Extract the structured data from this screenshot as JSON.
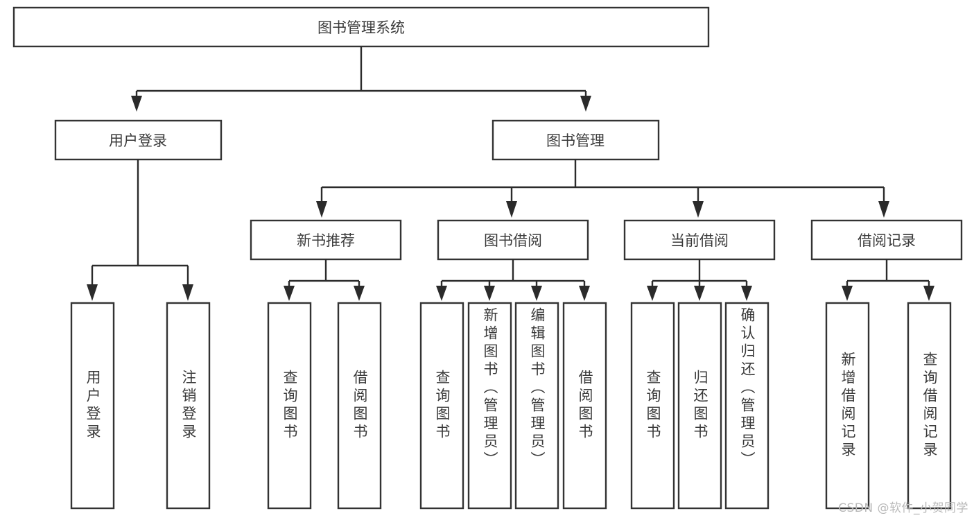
{
  "diagram": {
    "title": "图书管理系统",
    "type": "tree-hierarchy",
    "watermark": "CSDN @软件_小贺同学",
    "colors": {
      "box_stroke": "#333333",
      "box_fill": "#ffffff",
      "connector": "#2b2b2b",
      "text": "#3a3a3a",
      "watermark": "#b9b9b9",
      "background": "#ffffff"
    },
    "root": {
      "label": "图书管理系统",
      "level": 0
    },
    "level1": [
      {
        "label": "用户登录",
        "level": 1
      },
      {
        "label": "图书管理",
        "level": 1
      }
    ],
    "level2": [
      {
        "label": "新书推荐",
        "parent": "图书管理"
      },
      {
        "label": "图书借阅",
        "parent": "图书管理"
      },
      {
        "label": "当前借阅",
        "parent": "图书管理"
      },
      {
        "label": "借阅记录",
        "parent": "图书管理"
      }
    ],
    "leaves": {
      "用户登录": [
        {
          "label": "用户登录"
        },
        {
          "label": "注销登录"
        }
      ],
      "新书推荐": [
        {
          "label": "查询图书"
        },
        {
          "label": "借阅图书"
        }
      ],
      "图书借阅": [
        {
          "label": "查询图书"
        },
        {
          "label": "新增图书（管理员）"
        },
        {
          "label": "编辑图书（管理员）"
        },
        {
          "label": "借阅图书"
        }
      ],
      "当前借阅": [
        {
          "label": "查询图书"
        },
        {
          "label": "归还图书"
        },
        {
          "label": "确认归还（管理员）"
        }
      ],
      "借阅记录": [
        {
          "label": "新增借阅记录"
        },
        {
          "label": "查询借阅记录"
        }
      ]
    }
  }
}
